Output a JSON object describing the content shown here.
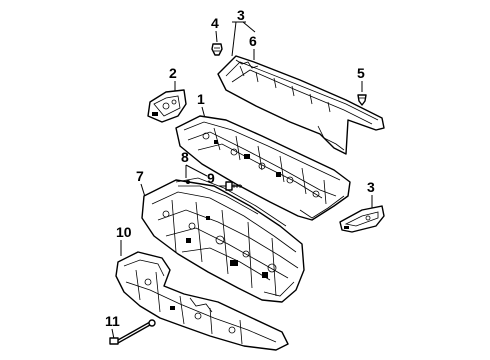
{
  "diagram": {
    "callouts": {
      "c1": "1",
      "c2": "2",
      "c3_top": "3",
      "c3_right": "3",
      "c4": "4",
      "c5": "5",
      "c6": "6",
      "c7": "7",
      "c8": "8",
      "c9": "9",
      "c10": "10",
      "c11": "11"
    }
  }
}
